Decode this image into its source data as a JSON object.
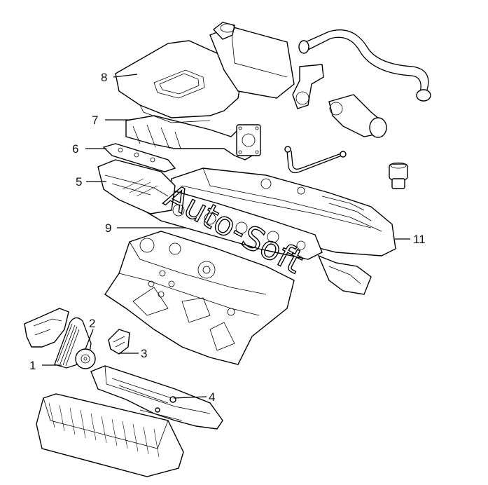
{
  "callouts": {
    "c1": "1",
    "c2": "2",
    "c3": "3",
    "c4": "4",
    "c5": "5",
    "c6": "6",
    "c7": "7",
    "c8": "8",
    "c9": "9",
    "c11": "11"
  },
  "watermark": "Auto-Soft"
}
